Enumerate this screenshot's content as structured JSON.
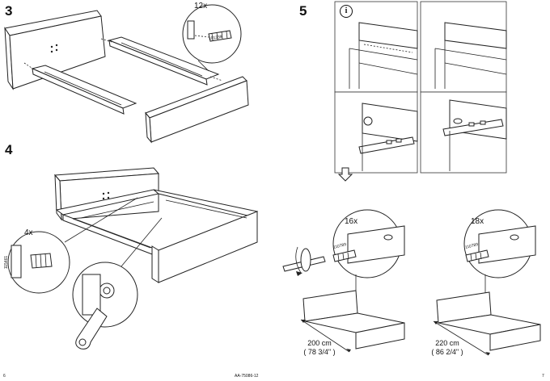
{
  "steps": {
    "step3": {
      "number": "3",
      "quantity": "12x",
      "part_number": "101339"
    },
    "step4": {
      "number": "4",
      "quantity": "4x",
      "part_number": "115461"
    },
    "step5": {
      "number": "5",
      "info_label": "i"
    }
  },
  "screws": {
    "small": {
      "quantity": "16x",
      "part_number": "110789"
    },
    "large": {
      "quantity": "18x",
      "part_number": "110789"
    }
  },
  "dimensions": {
    "small": {
      "metric": "200 cm",
      "imperial": "( 78 3/4\" )"
    },
    "large": {
      "metric": "220 cm",
      "imperial": "( 86 2/4\" )"
    }
  },
  "footer": {
    "page_left": "6",
    "code": "AA-75086-12",
    "page_right": "7"
  }
}
